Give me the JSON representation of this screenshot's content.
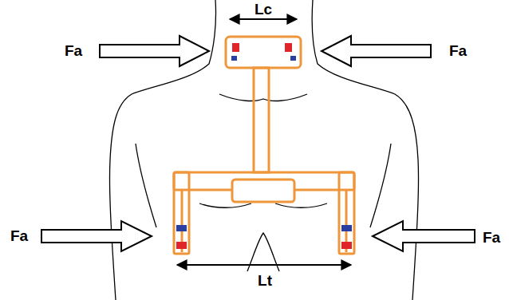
{
  "diagram": {
    "labels": [
      "Lc",
      "Fa",
      "Fa",
      "Fa",
      "Fa",
      "Lt"
    ]
  }
}
